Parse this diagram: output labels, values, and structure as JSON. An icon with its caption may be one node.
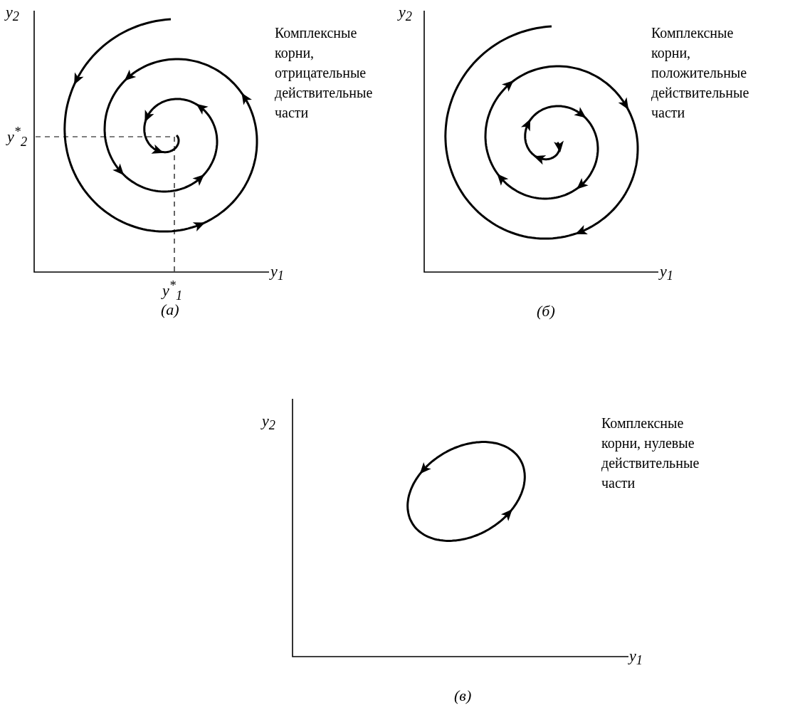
{
  "diagram": {
    "labels": [
      "y$_{2}$",
      "Комплексные корни, отрицательные действительные части",
      "y$^{*}$$_{2}$",
      "y$_{1}$",
      "y$^{*}$$_{1}$",
      "(*a*)",
      "y$_{2}$",
      "Комплексные корни, положительные действительные части",
      "y$_{1}$",
      "(*б*)",
      "y$_{2}$",
      "Комплексные корни, нулевые действительные части",
      "y$_{1}$",
      "(*в*)"
    ]
  }
}
